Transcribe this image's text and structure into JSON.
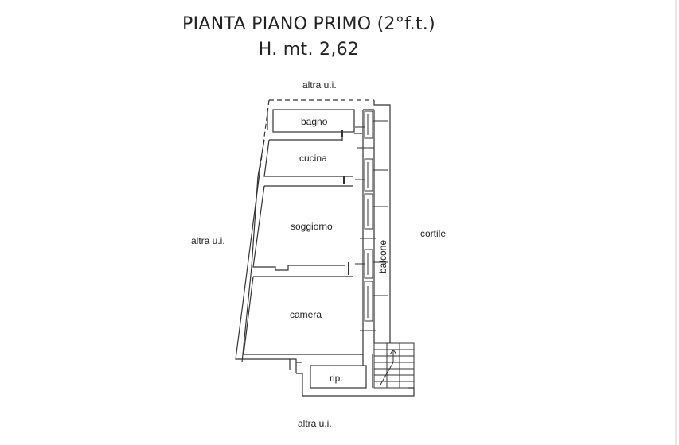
{
  "title": {
    "line1": "PIANTA PIANO PRIMO (2°f.t.)",
    "line2": "H. mt. 2,62"
  },
  "labels": {
    "top": "altra u.i.",
    "left": "altra u.i.",
    "right": "cortile",
    "bottom": "altra u.i."
  },
  "rooms": {
    "bathroom": "bagno",
    "kitchen": "cucina",
    "living": "soggiorno",
    "bedroom": "camera",
    "storage": "rip.",
    "balcony": "balcone"
  }
}
